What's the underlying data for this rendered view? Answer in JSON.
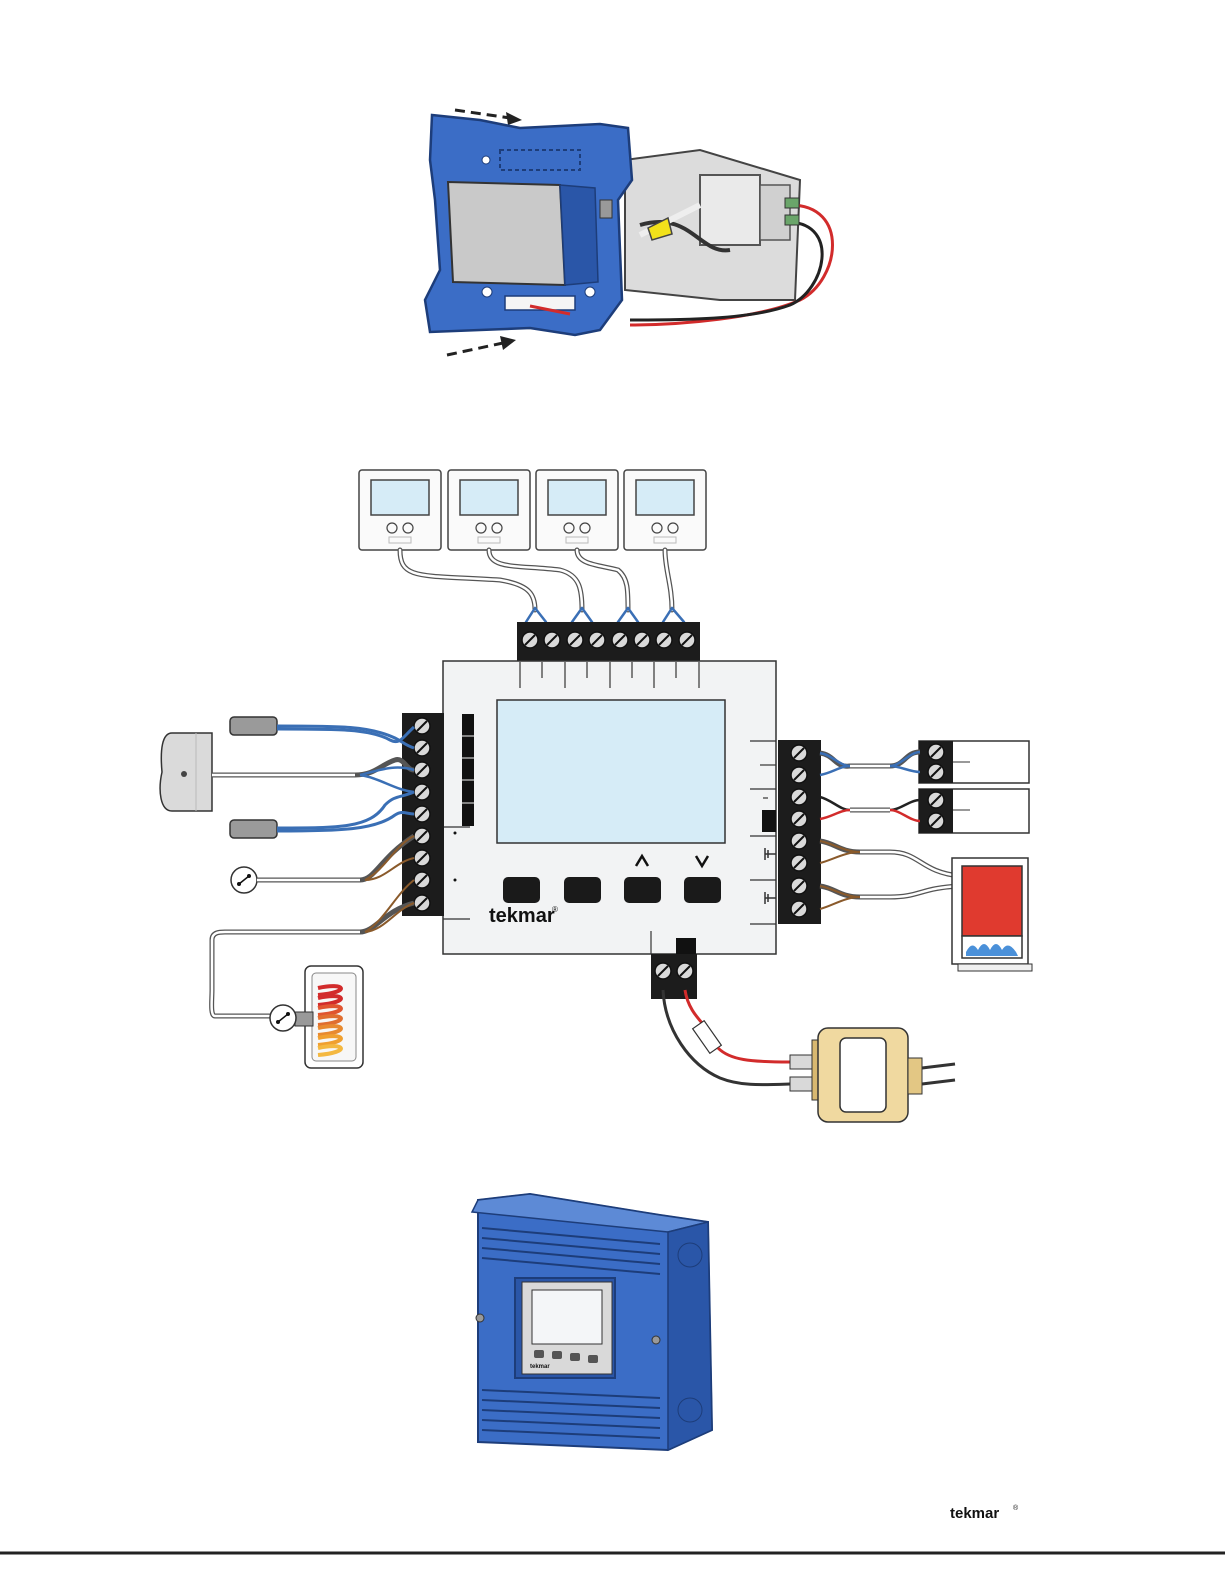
{
  "brand": {
    "control_logo": "tekmar",
    "footer_logo": "tekmar",
    "registered_mark": "®"
  },
  "control": {
    "buttons": [
      {
        "id": "btn-1",
        "arrow": ""
      },
      {
        "id": "btn-2",
        "arrow": ""
      },
      {
        "id": "btn-3",
        "arrow": "up"
      },
      {
        "id": "btn-4",
        "arrow": "down"
      }
    ],
    "thermostat_count": 4
  },
  "colors": {
    "enclosure_blue": "#3b6dc6",
    "screen": "#d6ecf7",
    "wire_red": "#d22b2b",
    "wire_black": "#222222",
    "wire_blue": "#3a6fb5",
    "wire_brown": "#8a5a2b",
    "boiler_red": "#e03a2f",
    "transformer": "#f0d9a0",
    "wire_nut": "#f2e21b"
  }
}
